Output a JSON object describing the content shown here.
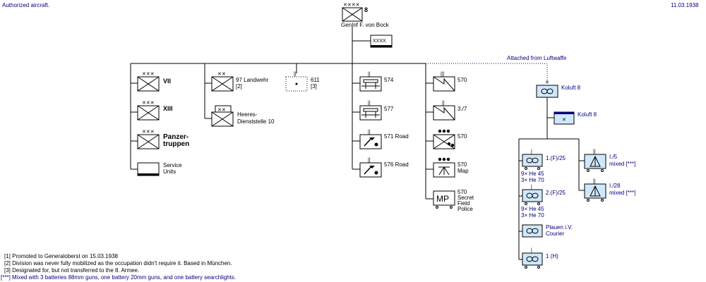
{
  "header": {
    "left_note": "Authorized aircraft.",
    "date": "11.03.1938"
  },
  "top": {
    "army_number": "8",
    "commander": "GenInf  F. von Bock",
    "hq_echelon": "XXXX"
  },
  "luftwaffe": {
    "attached_label": "Attached from Luftwaffe",
    "koluft_main": "Koluft 8",
    "koluft_hq": "Koluft 8"
  },
  "corps": [
    {
      "label": "VII"
    },
    {
      "label": "XIII"
    },
    {
      "label_line1": "Panzer-",
      "label_line2": "truppen"
    },
    {
      "label_line1": "Service",
      "label_line2": "Units"
    }
  ],
  "divisions": [
    {
      "label_line1": "97 Landwehr",
      "label_line2": "[2]"
    },
    {
      "label_line1": "Heeres-",
      "label_line2": "Dienststelle 10"
    }
  ],
  "reserve": {
    "label_line1": "611",
    "label_line2": "[3]"
  },
  "engineers": [
    {
      "label": "574"
    },
    {
      "label": "577"
    },
    {
      "label": "571 Road"
    },
    {
      "label": "576 Road"
    }
  ],
  "signals": [
    {
      "label": "570"
    },
    {
      "label": "3./7"
    },
    {
      "label": "570"
    },
    {
      "label_line1": "570",
      "label_line2": "Map"
    },
    {
      "symbol_text": "MP",
      "label_line1": "570",
      "label_line2": "Secret",
      "label_line3": "Field",
      "label_line4": "Police"
    }
  ],
  "air_units": [
    {
      "label": "1.(F)/25",
      "aircraft_line1": "9× He 45",
      "aircraft_line2": "3× He 70"
    },
    {
      "label": "2.(F)/25",
      "aircraft_line1": "9× He 45",
      "aircraft_line2": "3× He 70"
    },
    {
      "label_line1": "Plauen i.V.",
      "label_line2": "Courier"
    },
    {
      "label": "1 (H)"
    }
  ],
  "flak": [
    {
      "label_line1": "I./5",
      "label_line2": "mixed [***]"
    },
    {
      "label_line1": "I./28",
      "label_line2": "mixed [***]"
    }
  ],
  "footnotes": [
    "[1] Promoted to Generaloberst on 15.03.1938",
    "[2] Division was never fully mobilized as the occupation didn't require it. Based in München.",
    "[3] Designated for, but not transferred to the 8. Armee.",
    "[***] Mixed with 3 batteries 88mm guns, one battery 20mm guns, and one battery searchlights."
  ],
  "colors": {
    "navy": "#000080",
    "light_blue": "#cfe8ff",
    "ink": "#000000"
  }
}
